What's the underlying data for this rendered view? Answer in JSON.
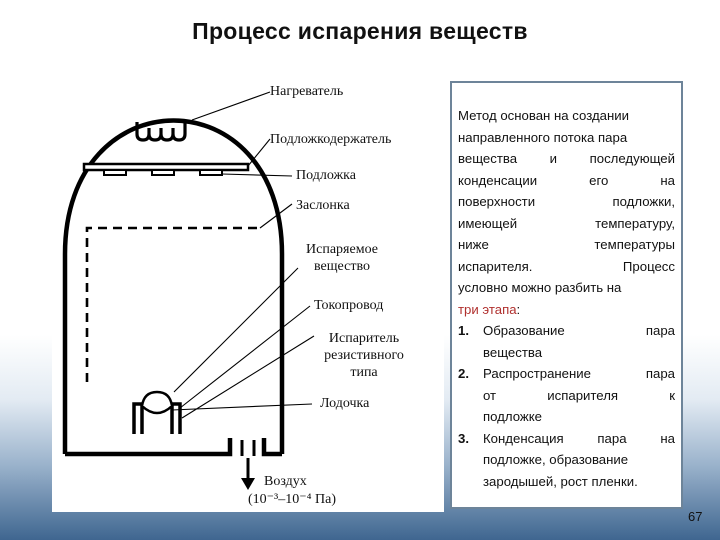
{
  "title": "Процесс испарения веществ",
  "diagram": {
    "labels": {
      "heater": "Нагреватель",
      "substrate_holder": "Подложкодержатель",
      "substrate": "Подложка",
      "shutter": "Заслонка",
      "evaporated_1": "Испаряемое",
      "evaporated_2": "вещество",
      "current_lead": "Токопровод",
      "evaporator_1": "Испаритель",
      "evaporator_2": "резистивного",
      "evaporator_3": "типа",
      "boat": "Лодочка",
      "air": "Воздух",
      "pressure": "(10⁻³–10⁻⁴ Па)"
    }
  },
  "description": {
    "lines": [
      "Метод основан на создании",
      "направленного потока пара",
      [
        "вещества",
        "и",
        "последующей"
      ],
      [
        "конденсации",
        "его",
        "на"
      ],
      [
        "поверхности",
        "подложки,"
      ],
      [
        "имеющей",
        "температуру,"
      ],
      [
        "ниже",
        "температуры"
      ],
      [
        "испарителя.",
        "Процесс"
      ],
      "условно можно разбить на"
    ],
    "highlight": "три этапа",
    "highlight_suffix": ":",
    "accent_color": "#b0302e",
    "steps": [
      {
        "num": "1.",
        "lines": [
          [
            "Образование",
            "пара"
          ],
          "вещества"
        ]
      },
      {
        "num": "2.",
        "lines": [
          [
            "Распространение",
            "пара"
          ],
          [
            "от",
            "испарителя",
            "к"
          ],
          "подложке"
        ]
      },
      {
        "num": "3.",
        "lines": [
          [
            "Конденсация",
            "пара",
            "на"
          ],
          "подложке, образование",
          "зародышей, рост пленки."
        ]
      }
    ]
  },
  "slide_number": "67"
}
